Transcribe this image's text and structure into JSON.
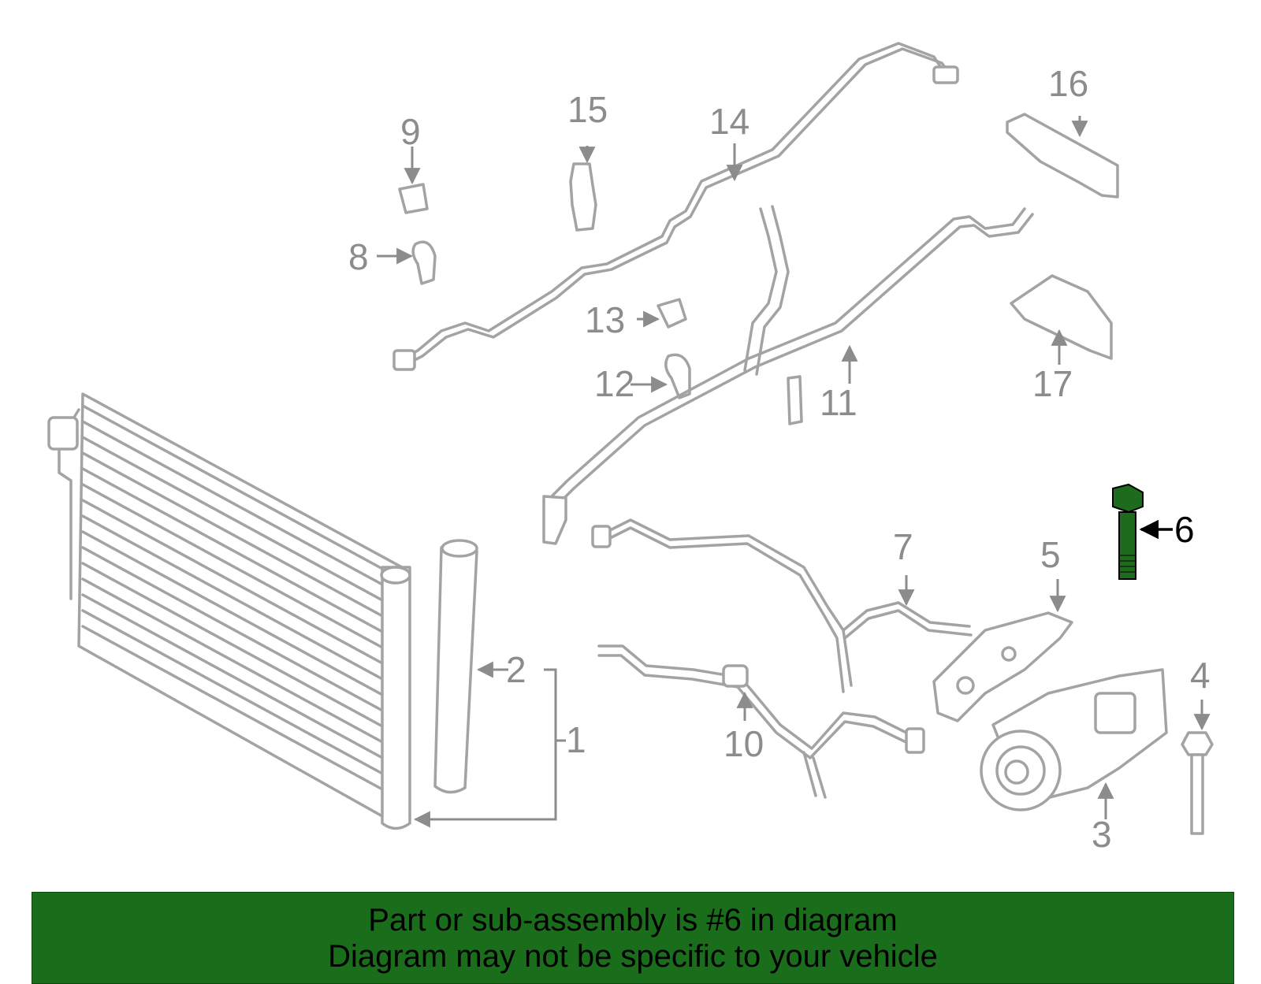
{
  "colors": {
    "highlight": "#1e6b1e",
    "banner_bg": "#1a6d1a",
    "line": "#a3a3a3",
    "label": "#8c8c8c"
  },
  "callouts": [
    {
      "id": "1",
      "text": "1"
    },
    {
      "id": "2",
      "text": "2"
    },
    {
      "id": "3",
      "text": "3"
    },
    {
      "id": "4",
      "text": "4"
    },
    {
      "id": "5",
      "text": "5"
    },
    {
      "id": "6",
      "text": "6"
    },
    {
      "id": "7",
      "text": "7"
    },
    {
      "id": "8",
      "text": "8"
    },
    {
      "id": "9",
      "text": "9"
    },
    {
      "id": "10",
      "text": "10"
    },
    {
      "id": "11",
      "text": "11"
    },
    {
      "id": "12",
      "text": "12"
    },
    {
      "id": "13",
      "text": "13"
    },
    {
      "id": "14",
      "text": "14"
    },
    {
      "id": "15",
      "text": "15"
    },
    {
      "id": "16",
      "text": "16"
    },
    {
      "id": "17",
      "text": "17"
    }
  ],
  "highlighted_part": "6",
  "banner": {
    "line1": "Part or sub-assembly is #6 in diagram",
    "line2": "Diagram may not be specific to your vehicle"
  }
}
